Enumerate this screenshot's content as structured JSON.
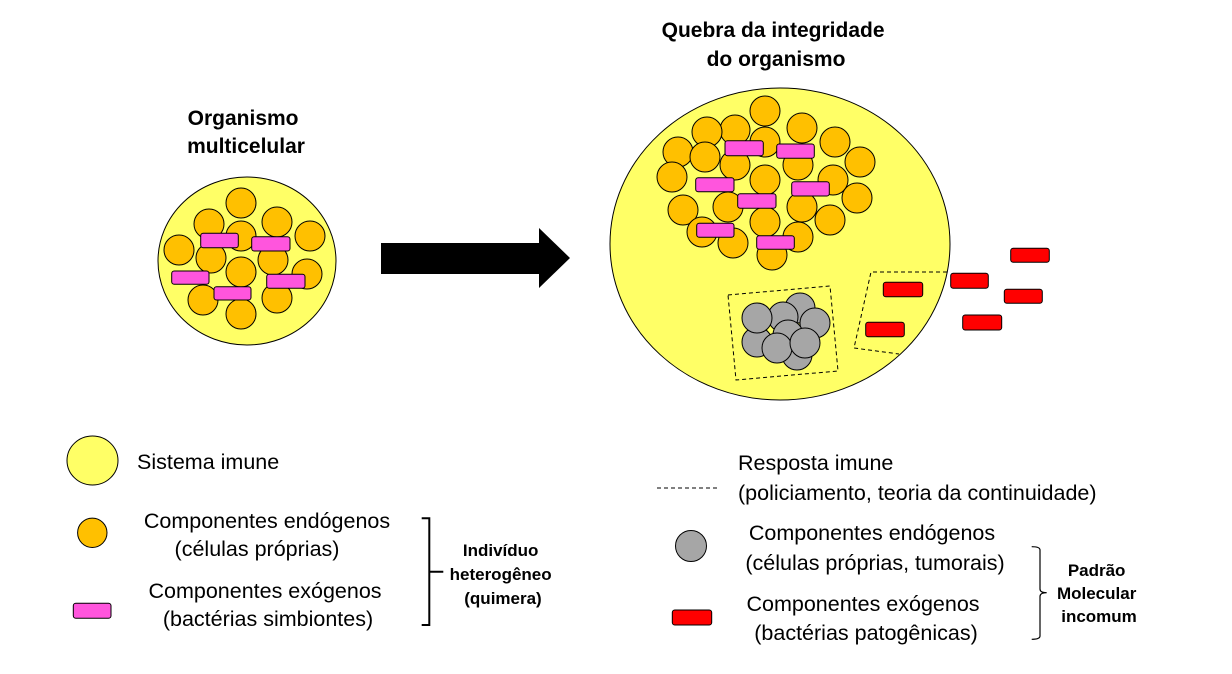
{
  "colors": {
    "immune_system": "#FFFF66",
    "endogenous_cell": "#FFC000",
    "symbiont_bacteria": "#FF55DD",
    "tumor_cell": "#A6A6A6",
    "pathogenic_bacteria": "#FF0000",
    "outline": "#000000",
    "arrow": "#000000"
  },
  "left_panel": {
    "title_lines": [
      "Organismo",
      "multicelular"
    ]
  },
  "right_panel": {
    "title_lines": [
      "Quebra da integridade",
      "do organismo"
    ]
  },
  "arrow": {
    "direction": "right"
  },
  "legend_left": {
    "items": [
      {
        "symbol": "immune-system-ellipse",
        "lines": [
          "Sistema imune"
        ]
      },
      {
        "symbol": "endogenous-cell-circle",
        "lines": [
          "Componentes endógenos",
          "(células próprias)"
        ]
      },
      {
        "symbol": "symbiont-bacteria-rect",
        "lines": [
          "Componentes exógenos",
          "(bactérias simbiontes)"
        ]
      }
    ],
    "group_label_lines": [
      "Indivíduo",
      "heterogêneo",
      "(quimera)"
    ]
  },
  "legend_right": {
    "items": [
      {
        "symbol": "immune-response-dashed-line",
        "lines": [
          "Resposta imune",
          "(policiamento, teoria da continuidade)"
        ]
      },
      {
        "symbol": "tumor-cell-circle",
        "lines": [
          "Componentes endógenos",
          "(células próprias, tumorais)"
        ]
      },
      {
        "symbol": "pathogenic-bacteria-rect",
        "lines": [
          "Componentes exógenos",
          "(bactérias patogênicas)"
        ]
      }
    ],
    "group_label_lines": [
      "Padrão",
      "Molecular",
      "incomum"
    ]
  }
}
